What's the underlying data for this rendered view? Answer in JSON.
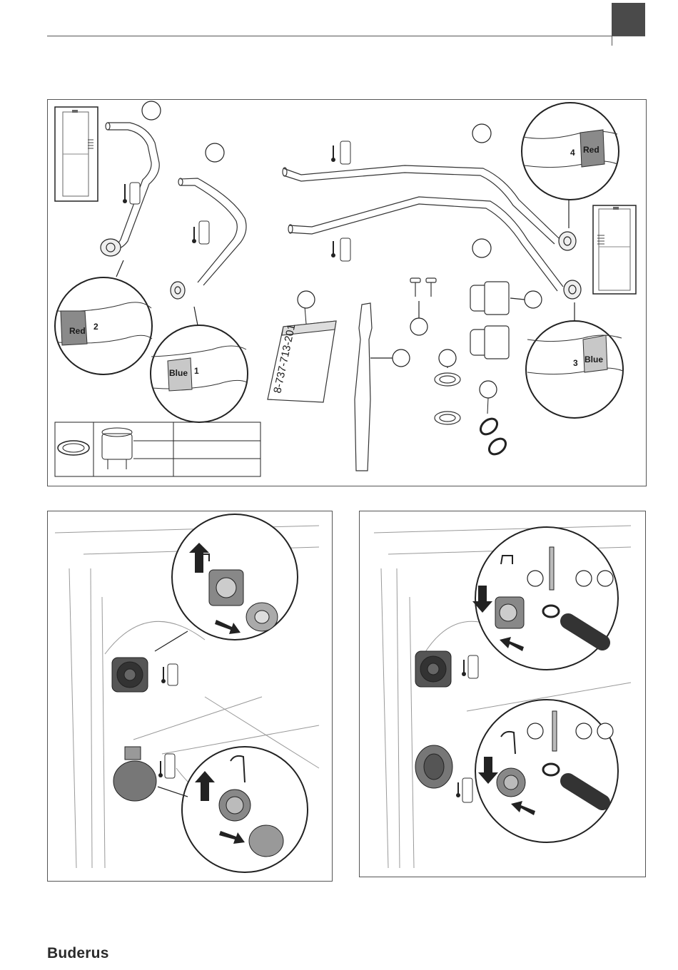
{
  "figure_top": {
    "label_red_2": {
      "color_word": "Red",
      "number": "2"
    },
    "label_blue_1": {
      "color_word": "Blue",
      "number": "1"
    },
    "label_red_4": {
      "color_word": "Red",
      "number": "4"
    },
    "label_blue_3": {
      "color_word": "Blue",
      "number": "3"
    },
    "part_number": "8-737-713-201"
  },
  "brand": {
    "logo_text": "Buderus"
  },
  "colors": {
    "label_red": "#8a8a8a",
    "label_blue": "#c8c8c8",
    "tab": "#4a4a4a"
  }
}
